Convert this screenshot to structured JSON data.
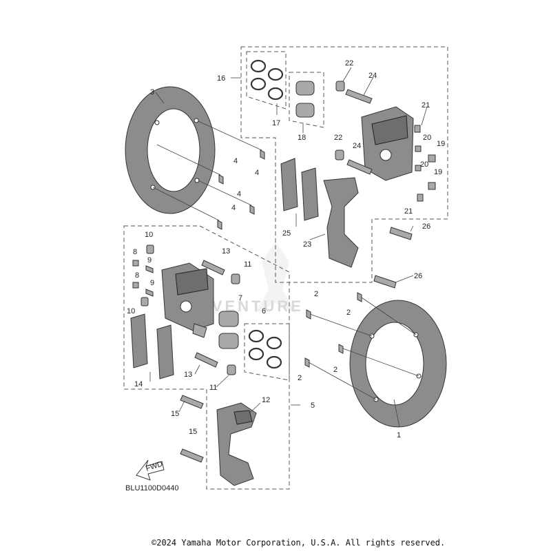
{
  "diagram": {
    "code": "BLU1100D0440",
    "copyright": "©2024 Yamaha Motor Corporation, U.S.A. All rights reserved.",
    "watermark": "ADVENTURE",
    "fwd_label": "FWD",
    "callouts": {
      "c1": "1",
      "c2": "2",
      "c3": "3",
      "c4": "4",
      "c5": "5",
      "c6": "6",
      "c7": "7",
      "c8": "8",
      "c9": "9",
      "c10": "10",
      "c11": "11",
      "c12": "12",
      "c13": "13",
      "c14": "14",
      "c15": "15",
      "c16": "16",
      "c17": "17",
      "c18": "18",
      "c19": "19",
      "c20": "20",
      "c21": "21",
      "c22": "22",
      "c23": "23",
      "c24": "24",
      "c25": "25",
      "c26": "26"
    }
  }
}
